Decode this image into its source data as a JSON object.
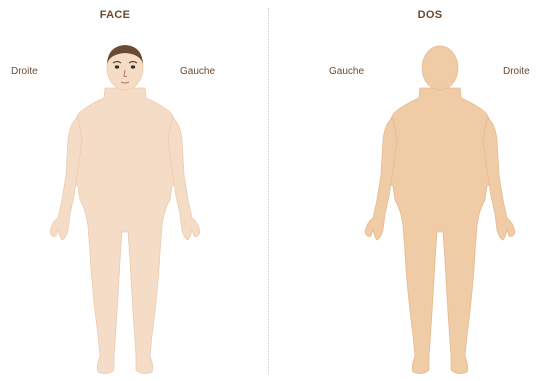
{
  "front": {
    "title": "FACE",
    "right_label": "Droite",
    "left_label": "Gauche",
    "skin_color": "#f5dcc6",
    "outline_color": "#edcbb0"
  },
  "back": {
    "title": "DOS",
    "left_label": "Gauche",
    "right_label": "Droite",
    "skin_color": "#efcba6",
    "outline_color": "#e6bb92"
  },
  "face_colors": {
    "hair": "#6a4a33",
    "eyes": "#3a2a20",
    "mouth": "#b07a5e"
  }
}
